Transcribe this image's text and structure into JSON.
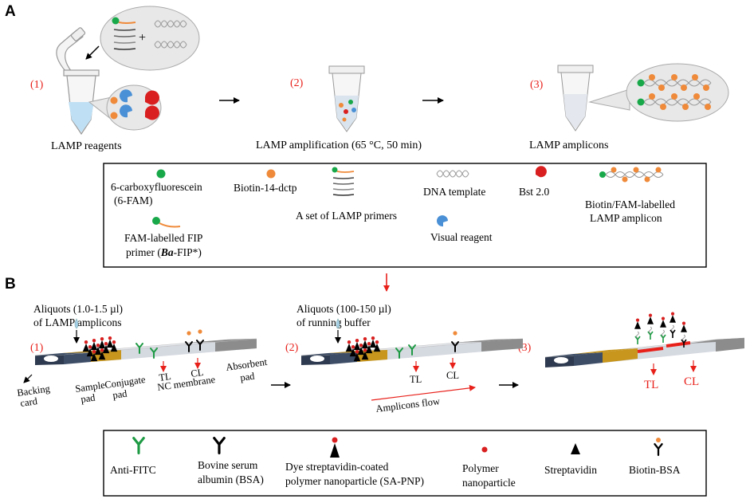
{
  "panel_a": {
    "letter": "A",
    "steps": [
      {
        "num": "(1)",
        "caption": "LAMP reagents"
      },
      {
        "num": "(2)",
        "caption": "LAMP amplification (65 °C, 50 min)"
      },
      {
        "num": "(3)",
        "caption": "LAMP amplicons"
      }
    ],
    "plus_sign": "+",
    "legend": {
      "fam": [
        "6-carboxyfluorescein",
        "(6-FAM)"
      ],
      "biotin": "Biotin-14-dctp",
      "primers": "A set of LAMP primers",
      "template": "DNA template",
      "bst": "Bst 2.0",
      "amplicon": [
        "Biotin/FAM-labelled",
        "LAMP amplicon"
      ],
      "fip_line1": "FAM-labelled FIP",
      "fip_pre": "primer (",
      "fip_italic": "Ba",
      "fip_post": "-FIP*)",
      "visual": "Visual reagent"
    }
  },
  "panel_b": {
    "letter": "B",
    "aliquot1": [
      "Aliquots (1.0-1.5 µl)",
      "of LAMP amplicons"
    ],
    "aliquot2": [
      "Aliquots (100-150 µl)",
      "of running buffer"
    ],
    "steps": [
      "(1)",
      "(2)",
      "(3)"
    ],
    "strip_labels": {
      "backing": [
        "Backing",
        "card"
      ],
      "sample": [
        "Sample",
        "pad"
      ],
      "conjugate": [
        "Conjugate",
        "pad"
      ],
      "tl": "TL",
      "nc": "NC membrane",
      "cl": "CL",
      "absorbent": [
        "Absorbent",
        "pad"
      ]
    },
    "strip2_labels": {
      "tl": "TL",
      "cl": "CL",
      "flow": "Amplicons flow"
    },
    "strip3_labels": {
      "tl": "TL",
      "cl": "CL"
    },
    "legend": {
      "anti_fitc": "Anti-FITC",
      "bsa": [
        "Bovine serum",
        "albumin (BSA)"
      ],
      "sapnp": [
        "Dye streptavidin-coated",
        "polymer nanoparticle (SA-PNP)"
      ],
      "polymer": [
        "Polymer",
        "nanoparticle"
      ],
      "streptavidin": "Streptavidin",
      "biotin_bsa": "Biotin-BSA"
    }
  },
  "colors": {
    "step_red": "#e8201a",
    "fam_green": "#18a84a",
    "biotin_orange": "#ef8a3a",
    "bst_red": "#d91f1f",
    "visual_blue": "#4a90d6",
    "anti_fitc_green": "#1e9a44",
    "backing_navy": "#3d4d66",
    "conjugate_gold": "#c8961c",
    "absorbent_gray": "#8c8c8c"
  }
}
